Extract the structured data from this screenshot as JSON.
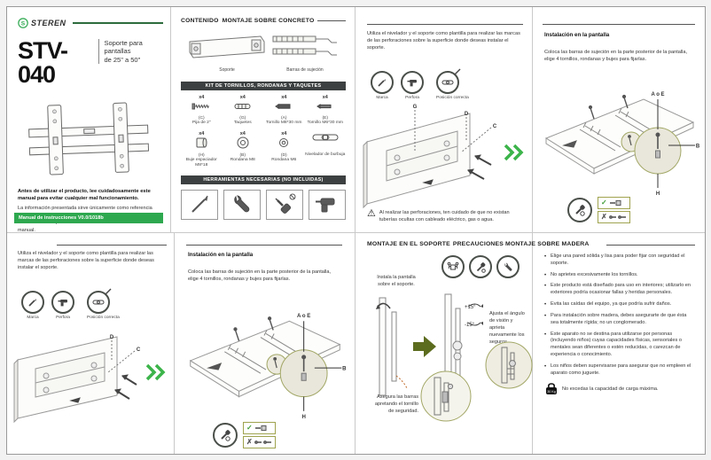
{
  "brand": {
    "name": "STEREN",
    "logo_letter": "S",
    "accent": "#2EA84F"
  },
  "icons": {
    "check": "✓",
    "cross": "✗",
    "warning": "⚠"
  },
  "cover": {
    "model": "STV-040",
    "subtitle_line1": "Soporte para pantallas",
    "subtitle_line2": "de 25\" a 50\"",
    "warning_bold": "Antes de utilizar el producto, lee cuidadosamente este manual  para evitar cualquier mal funcionamiento.",
    "warning_text": "La información presentada sirve únicamente como referencia sobre el producto. Consulta nuestra página web www.steren.com para obtener la versión más reciente de este manual.",
    "footer_bar": "Manual de instrucciones V0.0/1018b"
  },
  "contents": {
    "header_contenido": "CONTENIDO",
    "header_concreto": "MONTAJE SOBRE CONCRETO",
    "item1_label": "Soporte",
    "item2_label": "Barras de sujeción",
    "kit_header": "KIT DE TORNILLOS, RONDANAS Y TAQUETES",
    "kit_row1": [
      {
        "qty": "x4",
        "code": "(C)",
        "label": "Pija de 2\""
      },
      {
        "qty": "x4",
        "code": "(G)",
        "label": "Taquetes"
      },
      {
        "qty": "x4",
        "code": "(A)",
        "label": "Tornillo M8*30 mm"
      },
      {
        "qty": "x4",
        "code": "(E)",
        "label": "Tornillo M6*30 mm"
      }
    ],
    "kit_row2": [
      {
        "qty": "x4",
        "code": "(H)",
        "label": "Buje espaciador M8*18"
      },
      {
        "qty": "x4",
        "code": "(B)",
        "label": "Rondana M8"
      },
      {
        "qty": "x4",
        "code": "(D)",
        "label": "Rondana M6"
      },
      {
        "qty": "",
        "code": "",
        "label": "Nivelador de burbuja"
      }
    ],
    "tools_header": "HERRAMIENTAS NECESARIAS (NO INCLUIDAS)"
  },
  "concrete": {
    "intro": "Utiliza el nivelador y el soporte como plantilla para realizar las marcas de las perforaciones sobre la superficie donde deseas instalar el soporte.",
    "icon_label_marca": "Marca",
    "icon_label_perfora": "Perfora",
    "icon_label_posicion": "Posición correcta",
    "labels": [
      "G",
      "D",
      "C"
    ],
    "warning": "Al realizar las perforaciones, ten cuidado de que no existan tuberías ocultas con cableado eléctrico, gas o agua."
  },
  "screen_install": {
    "title": "Instalación en la pantalla",
    "body": "Coloca las barras de sujeción en la parte posterior de la pantalla, elige 4 tornillos, rondanas y bujes para fijarlas.",
    "label_bolt": "A o E",
    "label_washer": "B",
    "label_spacer": "H"
  },
  "wood": {
    "intro": "Utiliza el nivelador y el soporte como plantilla para realizar las marcas de las perforaciones sobre la superficie donde deseas instalar el soporte.",
    "icon_label_marca": "Marca",
    "icon_label_perfora": "Perfora",
    "icon_label_posicion": "Posición correcta",
    "labels": [
      "D",
      "C"
    ]
  },
  "mount": {
    "header1": "MONTAJE EN EL SOPORTE",
    "header2": "PRECAUCIONES",
    "header3": "MONTAJE SOBRE MADERA",
    "step1": "Instala la pantalla sobre el soporte.",
    "angle_plus": "+15°",
    "angle_minus": "-15°",
    "adjust": "Ajusta el ángulo de visión y aprieta nuevamente los seguros.",
    "secure": "Asegura las barras apretando el tornillo de seguridad."
  },
  "precautions": {
    "bullets": [
      "Elige una pared sólida y lisa para poder fijar con seguridad el soporte.",
      "No aprietes excesivamente los tornillos.",
      "Este producto está diseñado para uso en interiores; utilizarlo en exteriores podría ocasionar fallas y heridas personales.",
      "Evita las caídas del equipo, ya que podría sufrir daños.",
      "Para instalación sobre madera, debes asegurarte de que ésta sea totalmente rígida; no un conglomerado.",
      "Este aparato no se destina para utilizarse por personas (incluyendo niños) cuyas capacidades físicas, sensoriales o mentales sean diferentes o estén reducidas, o carezcan de experiencia o conocimiento.",
      "Los niños deben supervisarse para asegurar que no empleen el aparato como juguete."
    ],
    "max_load_value": "30 Kg",
    "max_load_text": "No excedas la capacidad de carga máxima."
  }
}
